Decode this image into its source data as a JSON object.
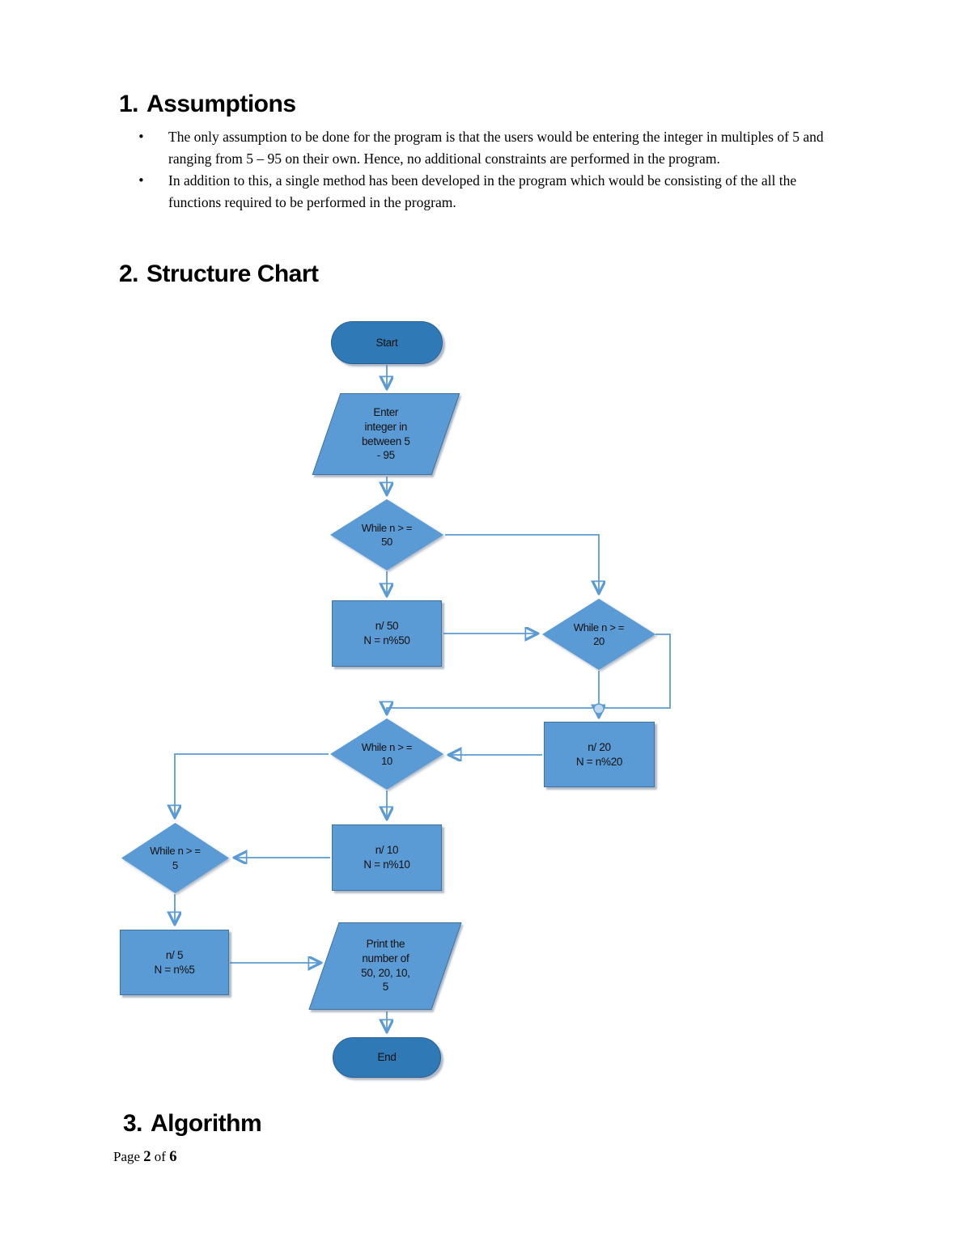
{
  "sections": {
    "assumptions": {
      "heading_number": "1.",
      "heading": "Assumptions",
      "bullet_char": "•",
      "bullets": [
        "The only assumption to be done for the program is that the users would be entering the integer in multiples of 5 and ranging from 5 – 95 on their own. Hence, no additional constraints are performed in the program.",
        "In addition to this, a single method has been developed in the program which would be consisting of the all the functions required to be performed in the program."
      ]
    },
    "structure_chart": {
      "heading_number": "2.",
      "heading": "Structure Chart"
    },
    "algorithm": {
      "heading_number": "3.",
      "heading": "Algorithm"
    }
  },
  "flowchart": {
    "nodes": {
      "start": "Start",
      "input": "Enter\ninteger in\nbetween 5\n- 95",
      "while50": "While n > =\n50",
      "div50": "n/ 50\nN = n%50",
      "while20": "While n > =\n20",
      "div20": "n/ 20\nN = n%20",
      "while10": "While n > =\n10",
      "div10": "n/ 10\nN = n%10",
      "while5": "While n > =\n5",
      "div5": "n/ 5\nN = n%5",
      "print": "Print the\nnumber of\n50, 20, 10,\n5",
      "end": "End"
    },
    "colors": {
      "shape_fill": "#5b9bd5",
      "shape_border": "#41719c",
      "terminator_fill": "#2f79b7",
      "connector": "#5b9bd5"
    }
  },
  "footer": {
    "label": "Page ",
    "current": "2",
    "of": " of ",
    "total": "6"
  }
}
